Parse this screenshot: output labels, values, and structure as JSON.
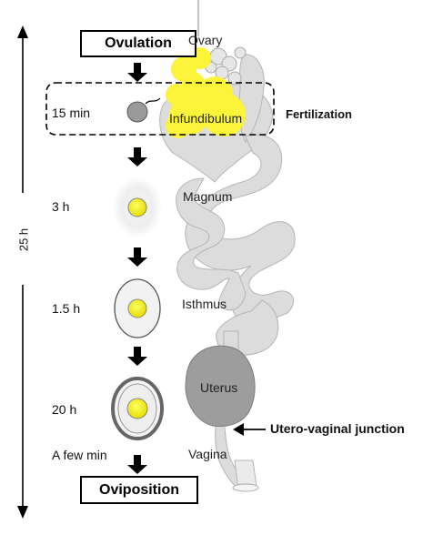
{
  "stages": {
    "start": "Ovulation",
    "end": "Oviposition"
  },
  "times": [
    "15 min",
    "3 h",
    "1.5 h",
    "20 h",
    "A few min"
  ],
  "organs": {
    "ovary": "Ovary",
    "infundibulum": "Infundibulum",
    "magnum": "Magnum",
    "isthmus": "Isthmus",
    "uterus": "Uterus",
    "vagina": "Vagina"
  },
  "annotations": {
    "fertilization": "Fertilization",
    "junction": "Utero-vaginal junction"
  },
  "total_duration": "25 h",
  "colors": {
    "yolk": "#f3ee1a",
    "oviduct": "#d9d9d9",
    "uterus": "#9b9b9b",
    "ovary_follicle": "#fbf43b"
  }
}
